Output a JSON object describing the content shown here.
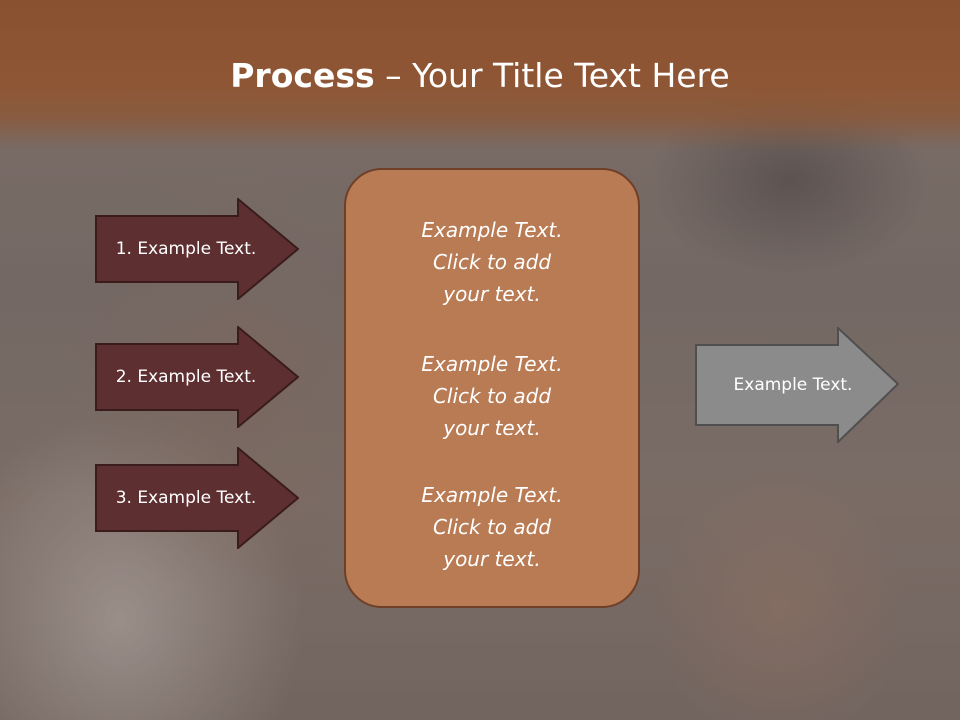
{
  "title": {
    "strong": "Process",
    "rest": " – Your Title Text Here"
  },
  "steps": [
    {
      "label": "1. Example Text."
    },
    {
      "label": "2. Example Text."
    },
    {
      "label": "3. Example Text."
    }
  ],
  "center_box": {
    "blocks": [
      {
        "lines": [
          "Example Text.",
          "Click  to add",
          "your text."
        ]
      },
      {
        "lines": [
          "Example Text.",
          "Click  to add",
          "your text."
        ]
      },
      {
        "lines": [
          "Example Text.",
          "Click  to add",
          "your text."
        ]
      }
    ]
  },
  "output": {
    "label": "Example Text."
  },
  "colors": {
    "header": "#8e5634",
    "step_arrow": "#5e2f30",
    "box": "#b87b54",
    "output_arrow": "#8b8b8b"
  }
}
